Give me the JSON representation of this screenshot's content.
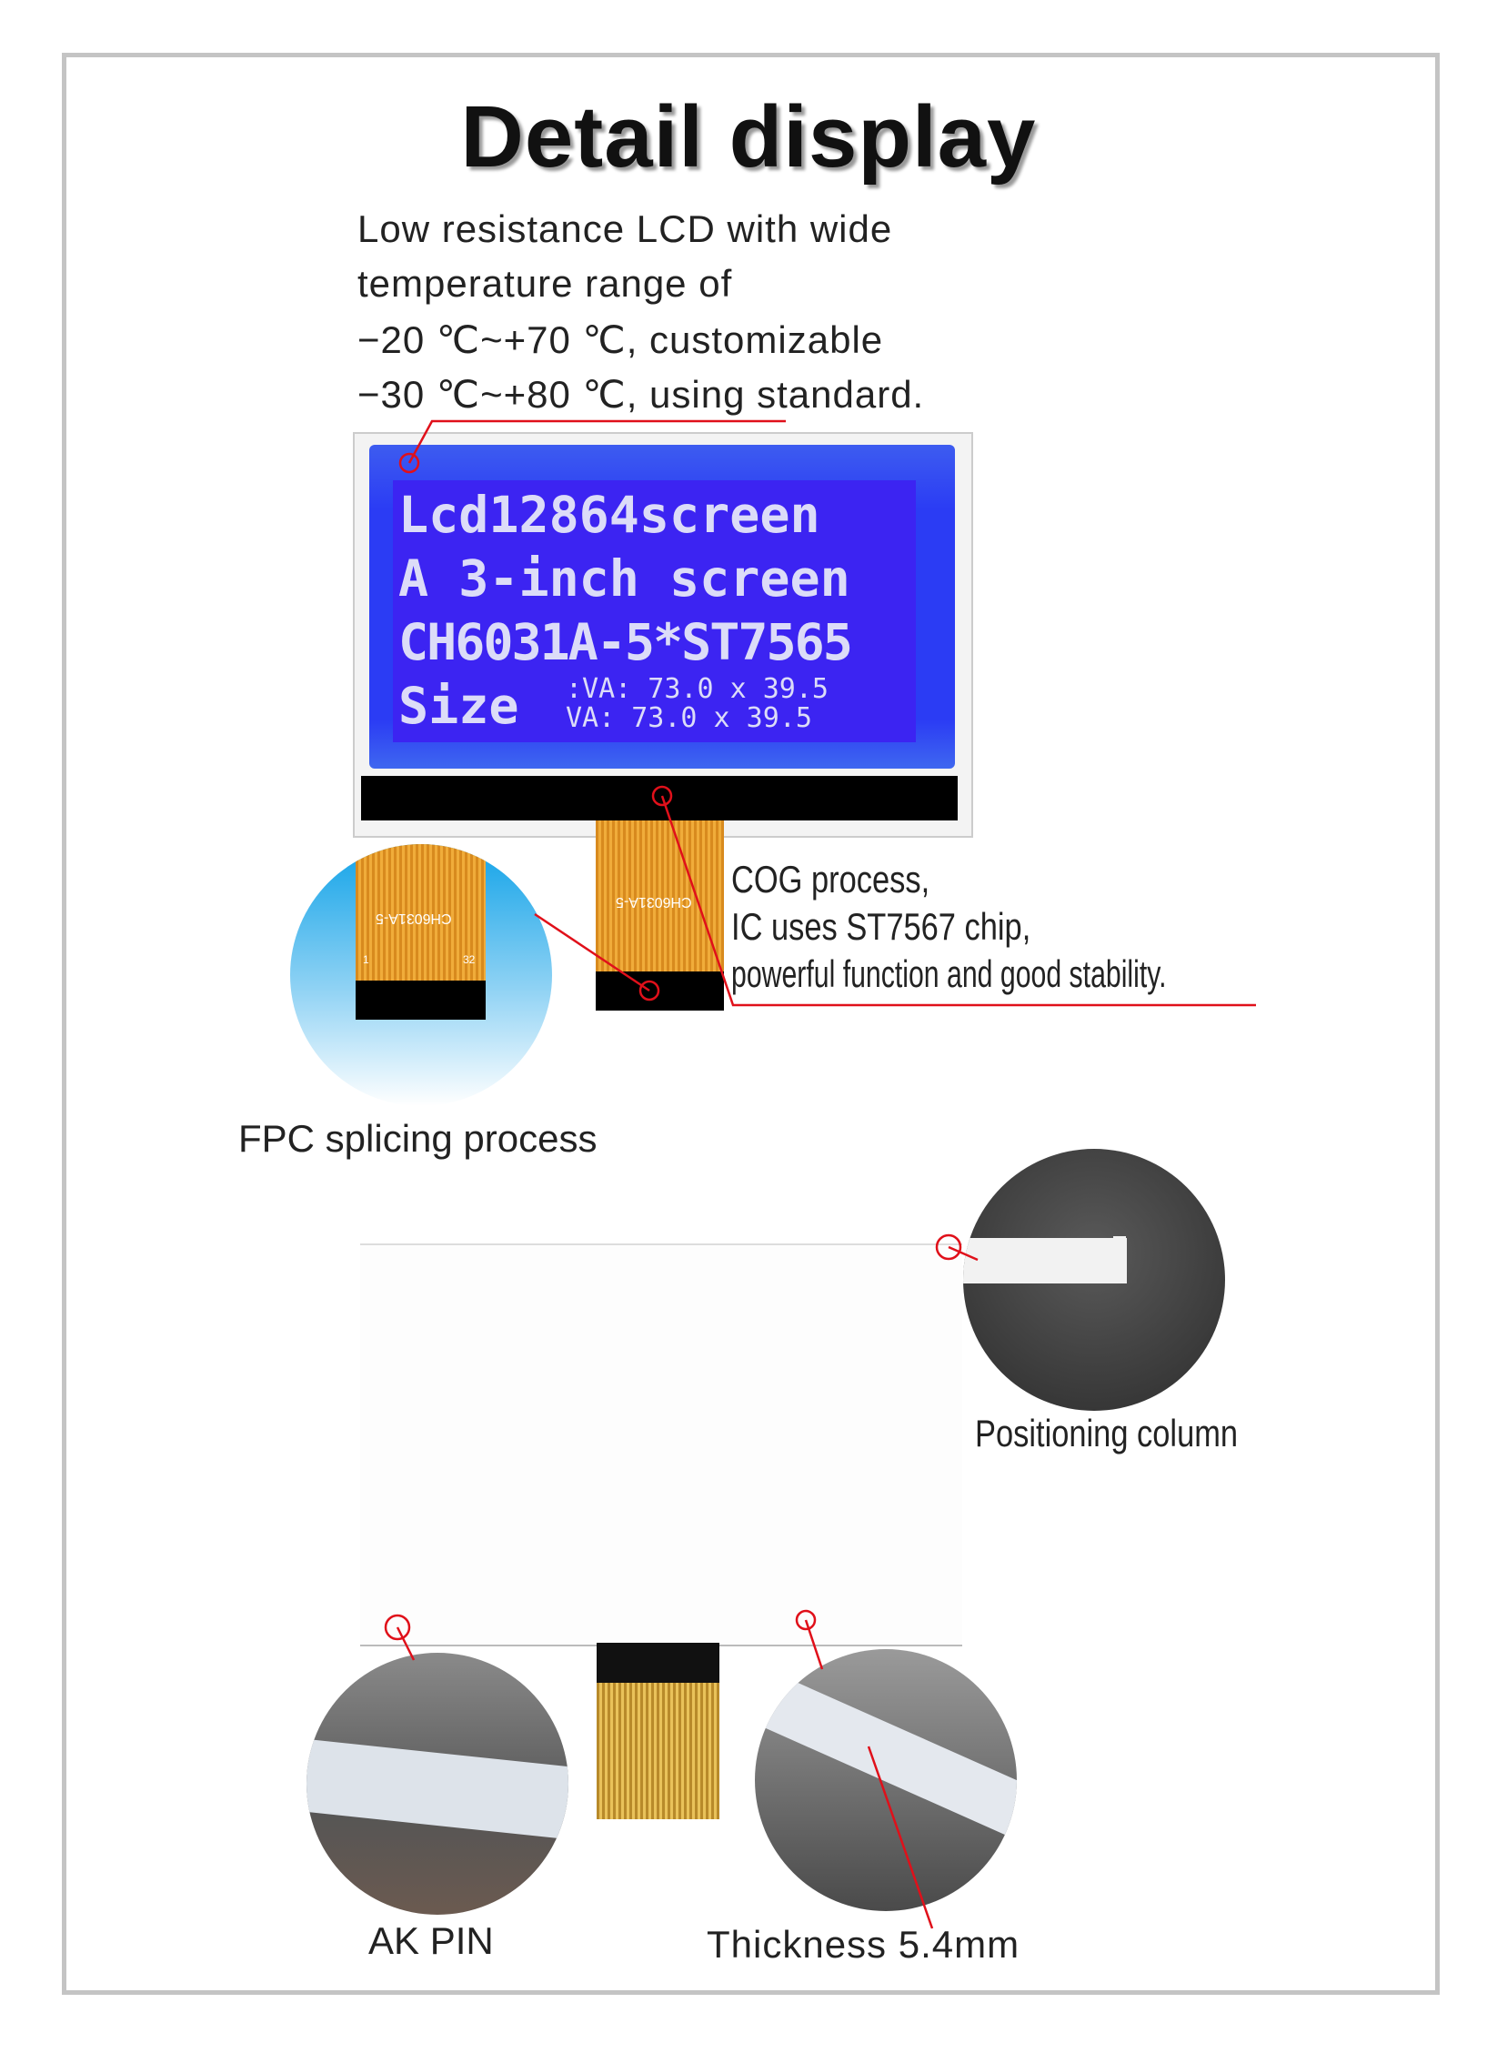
{
  "title": "Detail display",
  "description": [
    "Low resistance LCD with wide",
    "temperature range of",
    "−20 ℃~+70 ℃, customizable",
    "−30 ℃~+80 ℃, using standard."
  ],
  "lcd_screen": {
    "lines": [
      "Lcd12864screen",
      "A 3-inch screen",
      "CH6031A-5*ST7565"
    ],
    "size_label": "Size",
    "size_rows": [
      ":VA: 73.0 x 39.5",
      " VA: 73.0 x 39.5"
    ]
  },
  "fpc_marking": "CH6031A-5",
  "fpc_pins": [
    "1",
    "32"
  ],
  "cog_text": [
    "COG process,",
    "IC uses ST7567 chip,",
    "powerful function and good stability."
  ],
  "fpc_label": "FPC splicing process",
  "positioning_label": "Positioning column",
  "akpin_label": "AK PIN",
  "thickness_label": "Thickness 5.4mm",
  "colors": {
    "accent_red": "#e0101a",
    "lcd_blue": "#2b3cf4"
  }
}
